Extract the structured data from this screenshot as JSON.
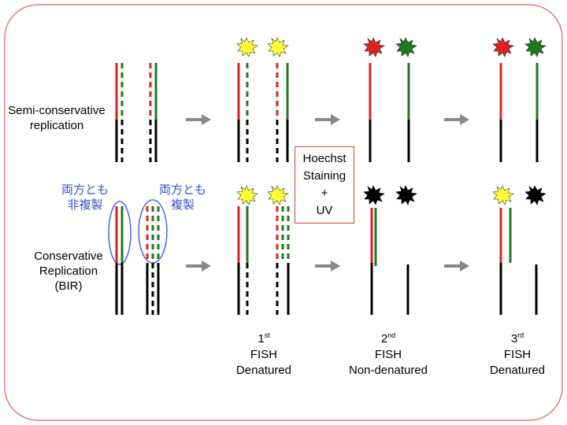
{
  "labels": {
    "semi_line1": "Semi-conservative",
    "semi_line2": "replication",
    "cons_line1": "Conservative",
    "cons_line2": "Replication",
    "cons_line3": "(BIR)",
    "jp_left_line1": "両方とも",
    "jp_left_line2": "非複製",
    "jp_right_line1": "両方とも",
    "jp_right_line2": "複製",
    "hoechst_line1": "Hoechst",
    "hoechst_line2": "Staining",
    "hoechst_line3": "+",
    "hoechst_line4": "UV"
  },
  "columns": [
    {
      "num": "1",
      "sup": "st",
      "line2": "FISH",
      "line3": "Denatured"
    },
    {
      "num": "2",
      "sup": "nd",
      "line2": "FISH",
      "line3": "Non-denatured"
    },
    {
      "num": "3",
      "sup": "rd",
      "line2": "FISH",
      "line3": "Denatured"
    }
  ],
  "colors": {
    "red": "#e02020",
    "green": "#1e7a1e",
    "black": "#000000",
    "yellow": "#ffff33",
    "arrow": "#888888",
    "frame": "#d98080",
    "japanese": "#3a55c8"
  }
}
